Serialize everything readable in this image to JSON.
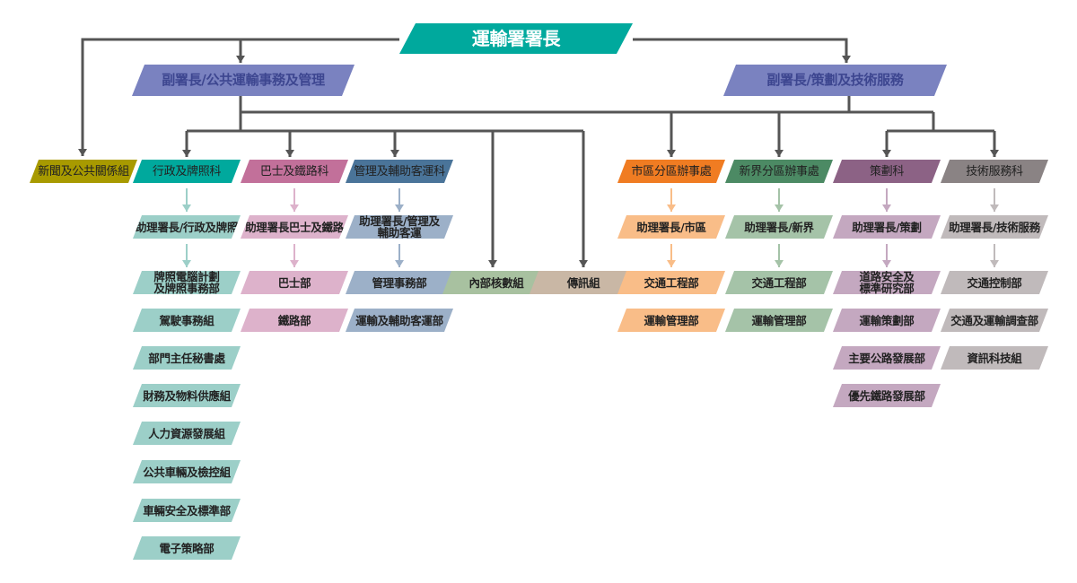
{
  "title": {
    "label": "運輸署署長",
    "color": "#00a99d"
  },
  "deputies": [
    {
      "label": "副署長/公共運輸事務及管理",
      "color": "#7a82c0"
    },
    {
      "label": "副署長/策劃及技術服務",
      "color": "#7a82c0"
    }
  ],
  "line_color": "#555555",
  "columns": [
    {
      "head": "新聞及公共關係組",
      "color": "#a89a00",
      "light": "#a89a00",
      "items": []
    },
    {
      "head": "行政及牌照科",
      "color": "#00a99d",
      "light": "#9ccfc8",
      "assistant": "助理署長/行政及牌照",
      "items": [
        "牌照電腦計劃\n及牌照事務部",
        "駕駛事務組",
        "部門主任秘書處",
        "財務及物料供應組",
        "人力資源發展組",
        "公共車輛及檢控組",
        "車輛安全及標準部",
        "電子策略部"
      ]
    },
    {
      "head": "巴士及鐵路科",
      "color": "#c2709a",
      "light": "#ddb2cb",
      "assistant": "助理署長巴士及鐵路",
      "items": [
        "巴士部",
        "鐵路部"
      ]
    },
    {
      "head": "管理及輔助客運科",
      "color": "#4a7499",
      "light": "#9cb0c8",
      "assistant": "助理署長/管理及\n輔助客運",
      "items": [
        "管理事務部",
        "運輸及輔助客運部"
      ]
    },
    {
      "head": "內部核數組",
      "color": "#a8c1a0",
      "light": "#a8c1a0",
      "items": []
    },
    {
      "head": "傳訊組",
      "color": "#c9b7a5",
      "light": "#c9b7a5",
      "items": []
    },
    {
      "head": "市區分區辦事處",
      "color": "#f07c22",
      "light": "#f9bd88",
      "assistant": "助理署長/市區",
      "items": [
        "交通工程部",
        "運輸管理部"
      ]
    },
    {
      "head": "新界分區辦事處",
      "color": "#4c8a64",
      "light": "#a5c3a8",
      "assistant": "助理署長/新界",
      "items": [
        "交通工程部",
        "運輸管理部"
      ]
    },
    {
      "head": "策劃科",
      "color": "#8c6285",
      "light": "#c4a8c0",
      "assistant": "助理署長/策劃",
      "items": [
        "道路安全及\n標準研究部",
        "運輸策劃部",
        "主要公路發展部",
        "優先鐵路發展部"
      ]
    },
    {
      "head": "技術服務科",
      "color": "#8a8384",
      "light": "#c0babb",
      "assistant": "助理署長/技術服務",
      "items": [
        "交通控制部",
        "交通及運輸調查部",
        "資訊科技組"
      ]
    }
  ]
}
